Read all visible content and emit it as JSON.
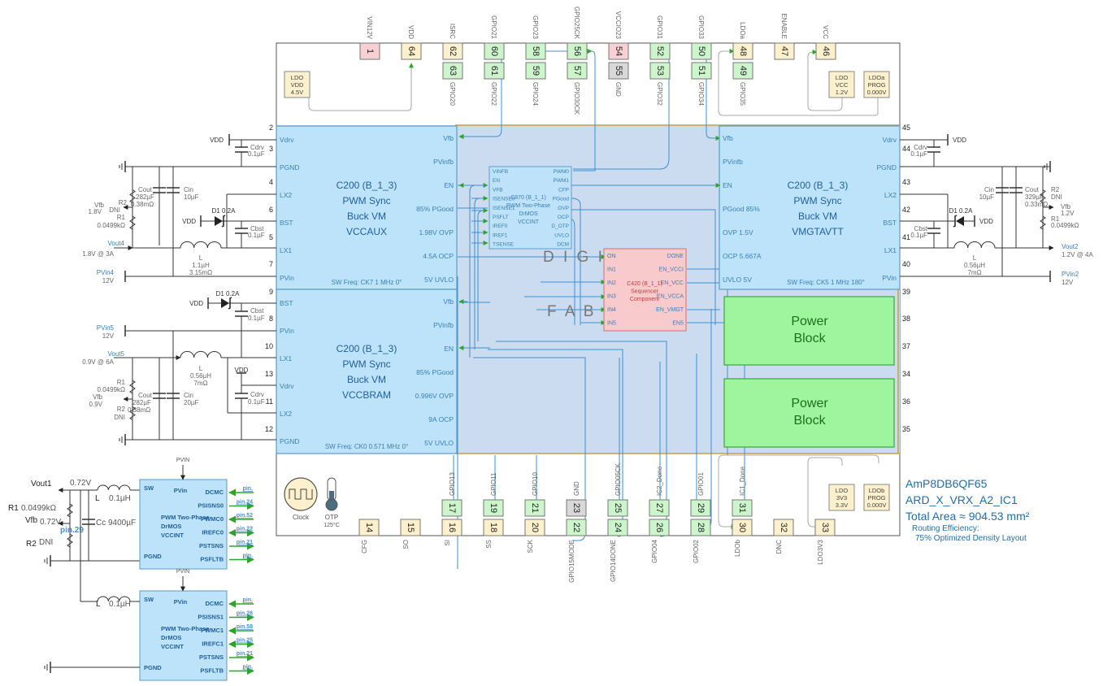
{
  "chip": {
    "part_number": "AmP8DB6QF65",
    "design_name": "ARD_X_VRX_A2_IC1",
    "total_area": "Total Area ≈ 904.53 mm²",
    "routing_label": "Routing Efficiency:",
    "routing_value": "75% Optimized Density Layout",
    "fabric_text_1": "D I G I T",
    "fabric_text_2": "F A B R"
  },
  "top_pins": [
    {
      "num": "1",
      "label": "VIN12V",
      "color": "pink",
      "row": "outer"
    },
    {
      "num": "64",
      "label": "VDD",
      "color": "tan",
      "row": "outer"
    },
    {
      "num": "62",
      "label": "ISRC",
      "color": "tan",
      "row": "outer"
    },
    {
      "num": "63",
      "label": "GPIO20",
      "color": "green",
      "row": "inner"
    },
    {
      "num": "60",
      "label": "GPIO21",
      "color": "green",
      "row": "outer"
    },
    {
      "num": "61",
      "label": "GPIO22",
      "color": "green",
      "row": "inner"
    },
    {
      "num": "58",
      "label": "GPIO23",
      "color": "green",
      "row": "outer"
    },
    {
      "num": "59",
      "label": "GPIO24",
      "color": "green",
      "row": "inner"
    },
    {
      "num": "56",
      "label": "GPIO25CK",
      "color": "green",
      "row": "outer"
    },
    {
      "num": "57",
      "label": "GPIO30CK",
      "color": "green",
      "row": "inner"
    },
    {
      "num": "54",
      "label": "VCCIO23",
      "color": "pink",
      "row": "outer"
    },
    {
      "num": "55",
      "label": "GND",
      "color": "gray",
      "row": "inner"
    },
    {
      "num": "52",
      "label": "GPIO31",
      "color": "green",
      "row": "outer"
    },
    {
      "num": "53",
      "label": "GPIO32",
      "color": "green",
      "row": "inner"
    },
    {
      "num": "50",
      "label": "GPIO33",
      "color": "green",
      "row": "outer"
    },
    {
      "num": "51",
      "label": "GPIO34",
      "color": "green",
      "row": "inner"
    },
    {
      "num": "48",
      "label": "LDOa",
      "color": "tan",
      "row": "outer"
    },
    {
      "num": "49",
      "label": "GPIO35",
      "color": "green",
      "row": "inner"
    },
    {
      "num": "47",
      "label": "ENABLE",
      "color": "tan",
      "row": "outer"
    },
    {
      "num": "46",
      "label": "VCC",
      "color": "tan",
      "row": "outer"
    }
  ],
  "bottom_pins": [
    {
      "num": "14",
      "label": "CFG",
      "color": "tan",
      "row": "outer"
    },
    {
      "num": "15",
      "label": "SO",
      "color": "tan",
      "row": "outer"
    },
    {
      "num": "17",
      "label": "GPIO13",
      "color": "green",
      "row": "inner"
    },
    {
      "num": "16",
      "label": "SI",
      "color": "tan",
      "row": "outer"
    },
    {
      "num": "19",
      "label": "GPIO11",
      "color": "green",
      "row": "inner"
    },
    {
      "num": "18",
      "label": "SS",
      "color": "tan",
      "row": "outer"
    },
    {
      "num": "21",
      "label": "GPIO10",
      "color": "green",
      "row": "inner"
    },
    {
      "num": "20",
      "label": "SCK",
      "color": "tan",
      "row": "outer"
    },
    {
      "num": "23",
      "label": "GND",
      "color": "gray",
      "row": "inner"
    },
    {
      "num": "22",
      "label": "GPIO15MODE",
      "color": "green",
      "row": "outer"
    },
    {
      "num": "25",
      "label": "GPIO05CK",
      "color": "green",
      "row": "inner"
    },
    {
      "num": "24",
      "label": "GPIO14DONE",
      "color": "green",
      "row": "outer"
    },
    {
      "num": "27",
      "label": "IC2_Done",
      "color": "green",
      "row": "inner"
    },
    {
      "num": "26",
      "label": "GPIO04",
      "color": "green",
      "row": "outer"
    },
    {
      "num": "29",
      "label": "GPIO01",
      "color": "green",
      "row": "inner"
    },
    {
      "num": "28",
      "label": "GPIO02",
      "color": "green",
      "row": "outer"
    },
    {
      "num": "31",
      "label": "IC1_Done",
      "color": "green",
      "row": "inner"
    },
    {
      "num": "30",
      "label": "LDOb",
      "color": "tan",
      "row": "outer"
    },
    {
      "num": "32",
      "label": "DNC",
      "color": "tan",
      "row": "outer"
    },
    {
      "num": "33",
      "label": "LDO3V3",
      "color": "tan",
      "row": "outer"
    }
  ],
  "left_pin_numbers": [
    "2",
    "3",
    "4",
    "6",
    "5",
    "7",
    "9",
    "8",
    "10",
    "13",
    "11",
    "12"
  ],
  "right_pin_numbers": [
    "45",
    "44",
    "43",
    "42",
    "41",
    "40",
    "39",
    "38",
    "37",
    "34",
    "36",
    "35"
  ],
  "ldo_boxes": {
    "vdd": [
      "LDO",
      "VDD",
      "4.5V"
    ],
    "vcc": [
      "LDO",
      "VCC",
      "1.2V"
    ],
    "ldoa_prog": [
      "LDOa",
      "PROG",
      "0.000V"
    ],
    "v3v3": [
      "LDO",
      "3V3",
      "3.3V"
    ],
    "ldob_prog": [
      "LDOb",
      "PROG",
      "0.000V"
    ]
  },
  "regulators": {
    "vccaux": {
      "title": [
        "C200 (B_1_3)",
        "PWM Sync",
        "Buck VM",
        "VCCAUX"
      ],
      "left_pins": [
        "Vdrv",
        "PGND",
        "LX2",
        "BST",
        "LX1",
        "PVin"
      ],
      "right_pins": [
        "Vfb",
        "PVinfb",
        "EN",
        "85% PGood",
        "1.98V OVP",
        "4.5A OCP",
        "5V UVLO"
      ],
      "sw_freq": "SW Freq: CK7 1 MHz 0°"
    },
    "vccbram": {
      "title": [
        "C200 (B_1_3)",
        "PWM Sync",
        "Buck VM",
        "VCCBRAM"
      ],
      "left_pins": [
        "BST",
        "PVin",
        "LX1",
        "Vdrv",
        "LX2",
        "PGND"
      ],
      "right_pins": [
        "Vfb",
        "PVinfb",
        "EN",
        "85% PGood",
        "0.996V OVP",
        "9A OCP",
        "5V UVLO"
      ],
      "sw_freq": "SW Freq: CK0 0.571 MHz 0°"
    },
    "vmgtavtt": {
      "title": [
        "C200 (B_1_3)",
        "PWM Sync",
        "Buck VM",
        "VMGTAVTT"
      ],
      "left_pins": [
        "Vfb",
        "PVinfb",
        "EN",
        "PGood 85%",
        "OVP 1.5V",
        "OCP 5.667A",
        "UVLO 5V"
      ],
      "right_pins": [
        "Vdrv",
        "PGND",
        "LX2",
        "BST",
        "LX1",
        "PVin"
      ],
      "sw_freq": "SW Freq: CK5 1 MHz 180°"
    }
  },
  "pwm_controller": {
    "title": [
      "C870 (B_1_1)",
      "PWM Two-Phase",
      "DrMOS",
      "VCCINT"
    ],
    "left_pins": [
      "VINFB",
      "EN",
      "VFB",
      "ISENSE0",
      "ISENSE1",
      "PSFLT",
      "IREF0",
      "IREF1",
      "TSENSE"
    ],
    "right_pins": [
      "PWM0",
      "PWM1",
      "CFP",
      "PGood",
      "OVP",
      "OCP",
      "D_OTP",
      "UVLO",
      "DCM"
    ]
  },
  "sequencer": {
    "title": [
      "C420 (B_1_1)",
      "Sequencer",
      "Component"
    ],
    "left_pins": [
      "ON",
      "IN1",
      "IN2",
      "IN3",
      "IN4",
      "IN5"
    ],
    "right_pins": [
      "DONE",
      "EN_VCCI",
      "EN_VCC",
      "EN_VCCA",
      "EN_VMGT",
      "EN5"
    ]
  },
  "power_blocks": [
    {
      "line1": "Power",
      "line2": "Block"
    },
    {
      "line1": "Power",
      "line2": "Block"
    }
  ],
  "icons": {
    "clock": {
      "label": "Clock"
    },
    "otp": {
      "label": "OTP",
      "value": "125°C"
    }
  },
  "circuit_vccaux": {
    "vdd": "VDD",
    "cdrv": [
      "Cdrv",
      "0.1µF"
    ],
    "r2": [
      "R2",
      "DNI"
    ],
    "cout": [
      "Cout",
      "282µF",
      "0.38mΩ"
    ],
    "cin": [
      "Cin",
      "10µF"
    ],
    "vfb": [
      "Vfb",
      "1.8V"
    ],
    "r1": [
      "R1",
      "0.0499kΩ"
    ],
    "d1": "D1 0.2A",
    "cbst": [
      "Cbst",
      "0.1µF"
    ],
    "vout": [
      "Vout4",
      "1.8V @ 3A"
    ],
    "inductor": [
      "L",
      "1.1µH",
      "3.15mΩ"
    ],
    "pvin": [
      "PVin4",
      "12V"
    ]
  },
  "circuit_vccbram": {
    "d1": "D1 0.2A",
    "vdd": "VDD",
    "cbst": [
      "Cbst",
      "0.1µF"
    ],
    "pvin": [
      "PVin5",
      "12V"
    ],
    "vout": [
      "Vout5",
      "0.9V @ 6A"
    ],
    "inductor": [
      "L",
      "0.56µH",
      "7mΩ"
    ],
    "r1": [
      "R1",
      "0.0499kΩ"
    ],
    "vfb": [
      "Vfb",
      "0.9V"
    ],
    "r2": [
      "R2",
      "DNI"
    ],
    "cout": [
      "Cout",
      "282µF",
      "0.38mΩ"
    ],
    "cin": [
      "Cin",
      "20µF"
    ],
    "vdd2": "VDD",
    "cdrv": [
      "Cdrv",
      "0.1µF"
    ]
  },
  "circuit_vmgtavtt": {
    "vdd": "VDD",
    "cdrv": [
      "Cdrv",
      "0.1µF"
    ],
    "cin": [
      "Cin",
      "10µF"
    ],
    "cout": [
      "Cout",
      "329µF",
      "0.33mΩ"
    ],
    "r2": [
      "R2",
      "DNI"
    ],
    "vfb": [
      "Vfb",
      "1.2V"
    ],
    "r1": [
      "R1",
      "0.0499kΩ"
    ],
    "d1": "D1 0.2A",
    "vdd2": "VDD",
    "cbst": [
      "Cbst",
      "0.1µF"
    ],
    "inductor": [
      "L",
      "0.56µH",
      "7mΩ"
    ],
    "vout": [
      "Vout2",
      "1.2V @ 4A"
    ],
    "pvin": [
      "PVin2",
      "12V"
    ]
  },
  "circuit_vccint": {
    "vout": "Vout1",
    "vout_v": "0.72V",
    "inductor": [
      "L",
      "0.1µH"
    ],
    "r1": [
      "R1",
      "0.0499kΩ"
    ],
    "vfb": [
      "Vfb",
      "0.72V"
    ],
    "pin_label": "pin.29",
    "cc": "Cc 9400µF",
    "r2": [
      "R2",
      "DNI"
    ],
    "pvin": "PVIN",
    "phase0": {
      "sw": "SW",
      "pvin": "PVin",
      "pgnd": "PGND",
      "title": [
        "PWM Two-Phase",
        "DrMOS",
        "VCCINT"
      ],
      "pins": [
        "DCMC",
        "PSISNS0",
        "PWMC0",
        "IREFC0",
        "PSTSNS",
        "PSFLTB"
      ],
      "links": [
        "pin.",
        "pin.24",
        "pin.52",
        "pin.22",
        "pin.21",
        "pin."
      ]
    },
    "phase1": {
      "sw": "SW",
      "pvin": "PVin",
      "pgnd": "PGND",
      "title": [
        "PWM Two-Phase",
        "DrMOS",
        "VCCINT"
      ],
      "pins": [
        "DCMC",
        "PSISNS1",
        "PWMC1",
        "IREFC1",
        "PSTSNS",
        "PSFLTB"
      ],
      "links": [
        "pin.",
        "pin.26",
        "pin.58",
        "pin.25",
        "pin.21",
        "pin."
      ]
    }
  },
  "colors": {
    "reg_fill": "#bde3fa",
    "reg_stroke": "#5a9bc8",
    "fabric_fill": "#ccdcf0",
    "pin_green": "#ccf5cc",
    "pin_tan": "#fdf0cc",
    "pin_pink": "#f8d0d4",
    "pin_gray": "#d8d8d8",
    "seq_fill": "#fbcaca",
    "seq_stroke": "#e06666",
    "power_fill": "#9ef59e",
    "power_stroke": "#3aa83a",
    "wire": "#3a8fcf",
    "arrow": "#2aa52a",
    "label_blue": "#3a7fb5",
    "text_dark": "#333333",
    "text_gray": "#666666",
    "title_blue": "#1f5f9a"
  }
}
